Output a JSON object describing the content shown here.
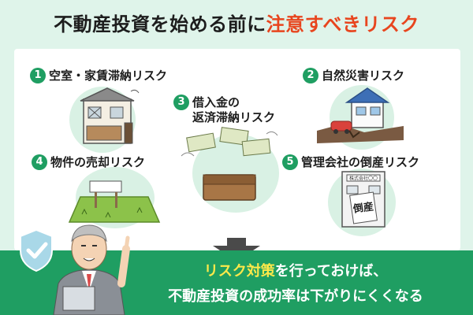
{
  "title": {
    "main": "不動産投資を始める前に",
    "accent": "注意すべきリスク"
  },
  "risks": [
    {
      "number": "1",
      "label": "空室・家賃滞納リスク"
    },
    {
      "number": "2",
      "label": "自然災害リスク"
    },
    {
      "number": "3",
      "label_line1": "借入金の",
      "label_line2": "返済滞納リスク"
    },
    {
      "number": "4",
      "label": "物件の売却リスク"
    },
    {
      "number": "5",
      "label": "管理会社の倒産リスク"
    }
  ],
  "illustrations": {
    "sign_text": "倒産",
    "company_plate": "株式会社〇〇"
  },
  "banner": {
    "accent": "リスク対策",
    "line1_rest": "を行っておけば、",
    "line2": "不動産投資の成功率は下がりにくくなる"
  },
  "colors": {
    "accent_red": "#e8451e",
    "brand_green": "#1f9e62",
    "highlight_yellow": "#ffe94a",
    "mint_bg": "#dff4ea"
  },
  "icons": [
    "shield-check-icon",
    "businessman-illustration",
    "down-arrow-icon"
  ]
}
